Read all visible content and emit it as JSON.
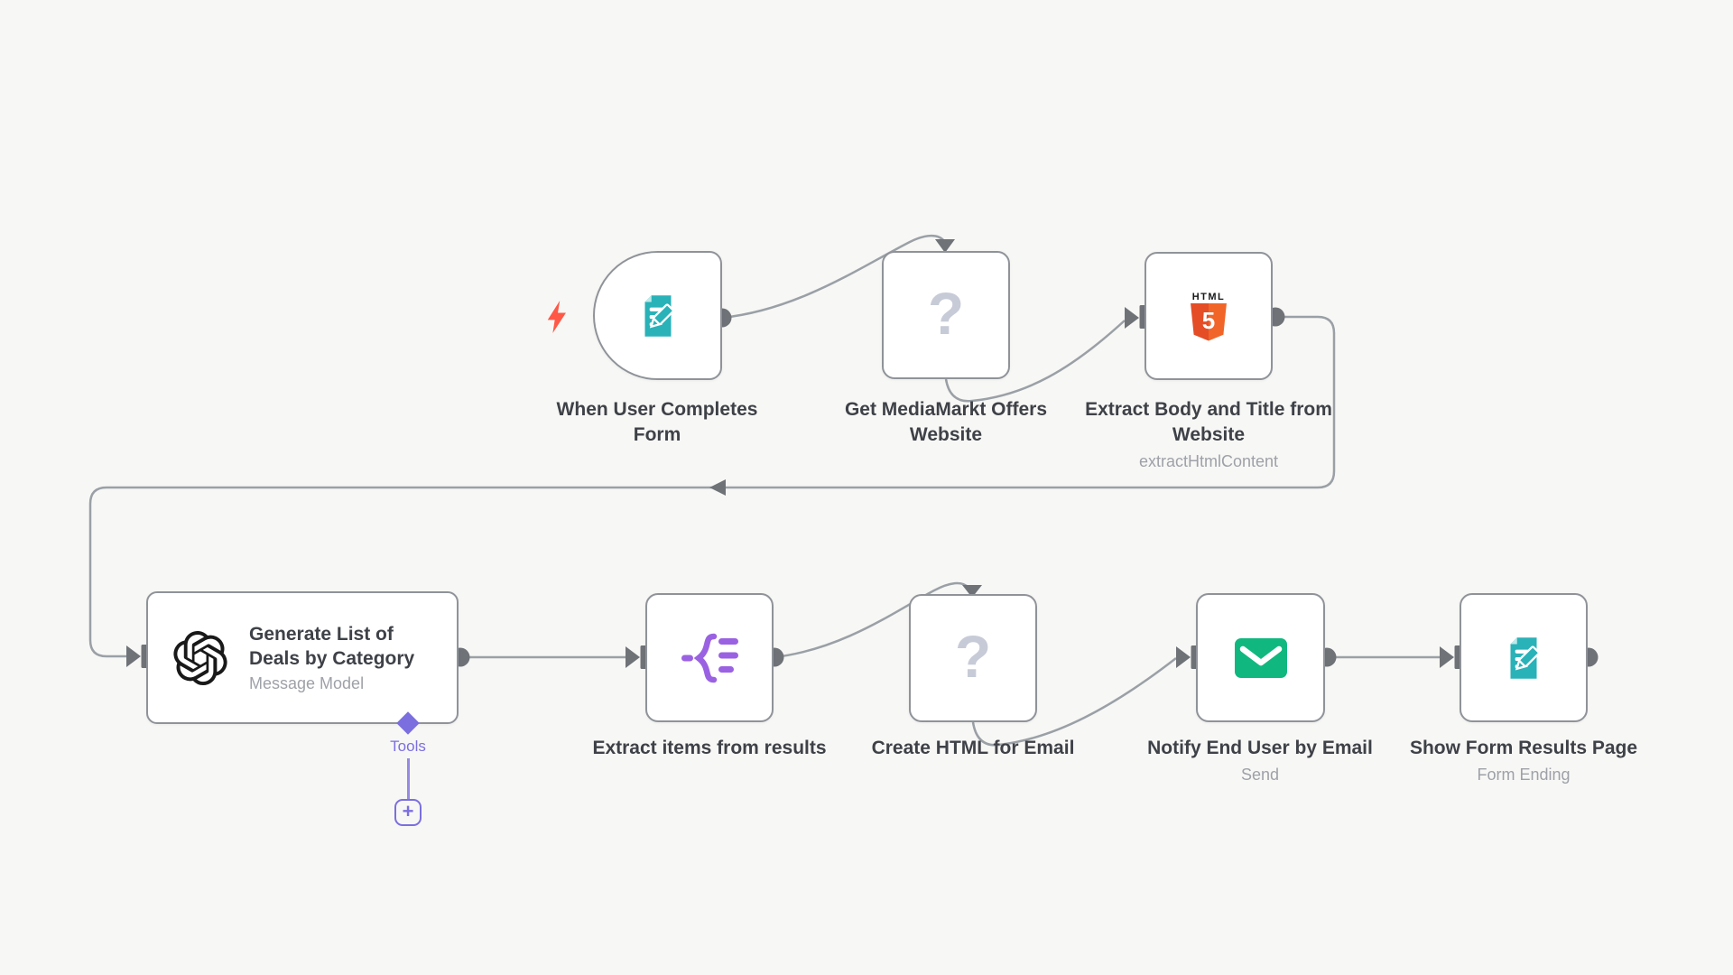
{
  "app": {
    "name": "n8n workflow canvas"
  },
  "glyphs": {
    "question": "?",
    "plus": "+",
    "html_word": "HTML",
    "html_five": "5"
  },
  "tools": {
    "label": "Tools"
  },
  "nodes": {
    "form_trigger": {
      "title": "When User Completes Form"
    },
    "get_website": {
      "title": "Get MediaMarkt Offers Website"
    },
    "extract_html": {
      "title": "Extract Body and Title from Website",
      "subtitle": "extractHtmlContent"
    },
    "generate_deals": {
      "title": "Generate List of Deals by Category",
      "subtitle": "Message Model"
    },
    "extract_items": {
      "title": "Extract items from results"
    },
    "create_html": {
      "title": "Create HTML for Email"
    },
    "notify_email": {
      "title": "Notify End User by Email",
      "subtitle": "Send"
    },
    "show_results": {
      "title": "Show Form Results Page",
      "subtitle": "Form Ending"
    }
  },
  "colors": {
    "canvas_bg": "#f7f7f5",
    "node_border": "#8f9399",
    "wire": "#9aa0a6",
    "endpoint": "#6f7378",
    "trigger_bolt": "#ff5847",
    "form_teal": "#29b2b8",
    "split_purple": "#9a62e2",
    "tools_purple": "#7b6fdf",
    "email_green": "#10b880",
    "html5_orange_dark": "#e44d26",
    "html5_orange_light": "#f16529",
    "question_gray": "#c7cbd7"
  }
}
